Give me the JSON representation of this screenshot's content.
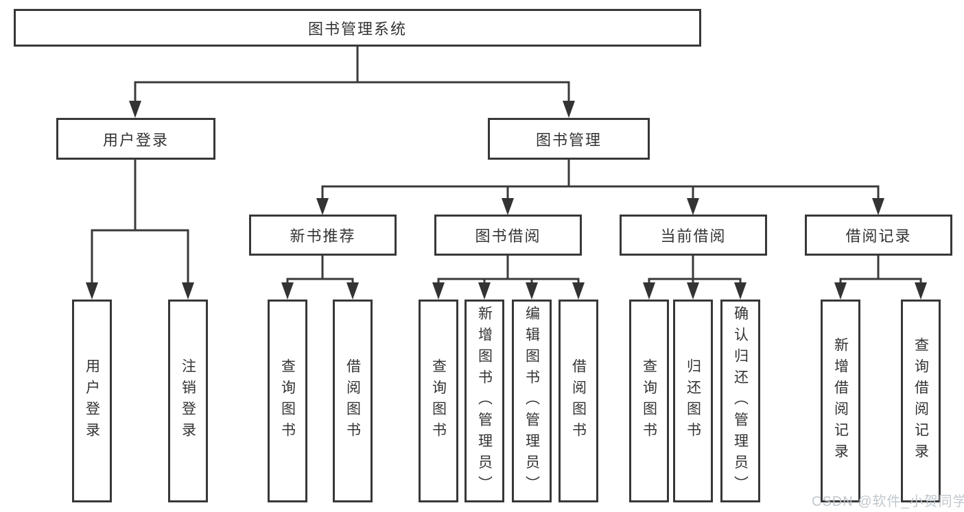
{
  "diagram": {
    "root": {
      "label": "图书管理系统"
    },
    "branches": [
      {
        "label": "用户登录",
        "leaves": [
          {
            "label": "用户登录"
          },
          {
            "label": "注销登录"
          }
        ]
      },
      {
        "label": "图书管理",
        "groups": [
          {
            "label": "新书推荐",
            "leaves": [
              {
                "label": "查询图书"
              },
              {
                "label": "借阅图书"
              }
            ]
          },
          {
            "label": "图书借阅",
            "leaves": [
              {
                "label": "查询图书"
              },
              {
                "label": "新增图书（管理员）"
              },
              {
                "label": "编辑图书（管理员）"
              },
              {
                "label": "借阅图书"
              }
            ]
          },
          {
            "label": "当前借阅",
            "leaves": [
              {
                "label": "查询图书"
              },
              {
                "label": "归还图书"
              },
              {
                "label": "确认归还（管理员）"
              }
            ]
          },
          {
            "label": "借阅记录",
            "leaves": [
              {
                "label": "新增借阅记录"
              },
              {
                "label": "查询借阅记录"
              }
            ]
          }
        ]
      }
    ]
  },
  "watermark": {
    "text": "CSDN @软件_小贺同学"
  },
  "colors": {
    "line": "#3a3a3a",
    "text": "#333333",
    "background": "#ffffff",
    "watermark": "#bcc3ca"
  }
}
